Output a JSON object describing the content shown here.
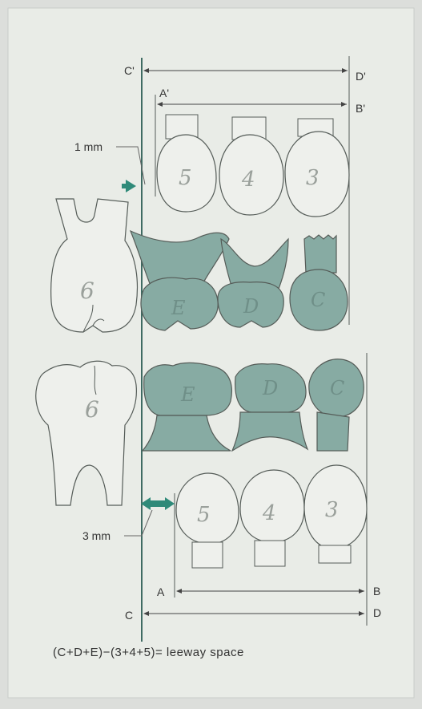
{
  "labels": {
    "c_prime": "C'",
    "d_prime": "D'",
    "a_prime": "A'",
    "b_prime": "B'",
    "a": "A",
    "b": "B",
    "c": "C",
    "d": "D",
    "one_mm": "1 mm",
    "three_mm": "3 mm"
  },
  "formula": "(C+D+E)−(3+4+5)= leeway space",
  "teeth": {
    "upper_permanent": [
      "5",
      "4",
      "3"
    ],
    "upper_molar": "6",
    "upper_primary": [
      "E",
      "D",
      "C"
    ],
    "lower_molar": "6",
    "lower_primary": [
      "E",
      "D",
      "C"
    ],
    "lower_permanent": [
      "5",
      "4",
      "3"
    ]
  },
  "colors": {
    "page": "#e9ece7",
    "background": "#dcdedb",
    "tooth_white": "#eef0ec",
    "primary_teal": "#87aba3",
    "arrow_teal": "#2f8a79",
    "line": "#555c58",
    "ref_line": "#3f6b63"
  }
}
